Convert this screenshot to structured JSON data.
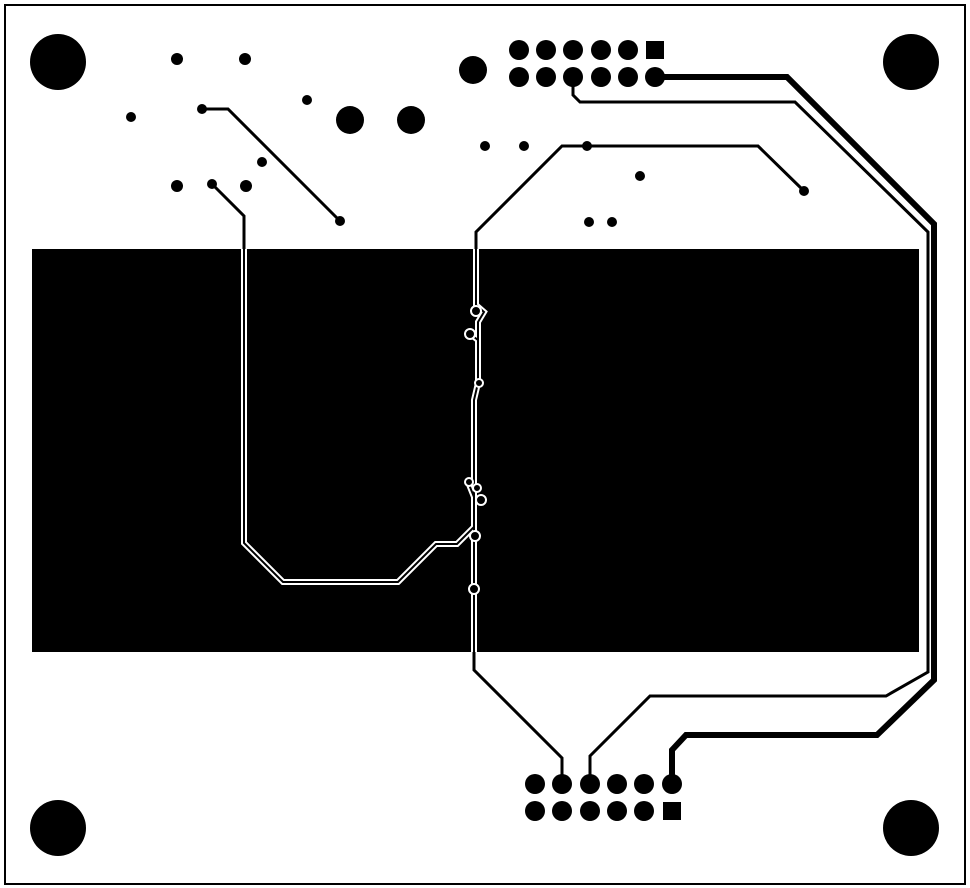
{
  "colors": {
    "background": "#ffffff",
    "copper": "#000000",
    "clearance": "#ffffff"
  },
  "board": {
    "layer": "copper",
    "has_ground_pour": true
  },
  "components": {
    "mounting_holes": 4,
    "top_header": {
      "rows": 2,
      "columns": 6,
      "pin1_shape": "square"
    },
    "bottom_header": {
      "rows": 2,
      "columns": 6,
      "pin1_shape": "square"
    }
  }
}
